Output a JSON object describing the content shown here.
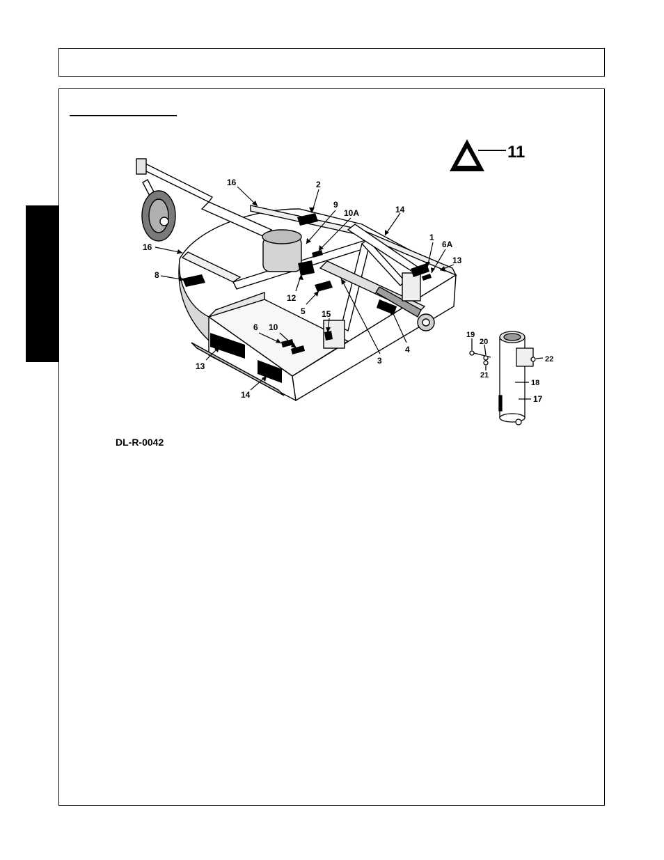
{
  "figure": {
    "code": "DL-R-0042",
    "callouts": {
      "c1": "1",
      "c2": "2",
      "c3": "3",
      "c4": "4",
      "c5": "5",
      "c6": "6",
      "c6a": "6A",
      "c8": "8",
      "c9": "9",
      "c10": "10",
      "c10a": "10A",
      "c11": "11",
      "c12": "12",
      "c13a": "13",
      "c13b": "13",
      "c14a": "14",
      "c14b": "14",
      "c15": "15",
      "c16a": "16",
      "c16b": "16",
      "c17": "17",
      "c18": "18",
      "c19": "19",
      "c20": "20",
      "c21": "21",
      "c22": "22"
    }
  }
}
